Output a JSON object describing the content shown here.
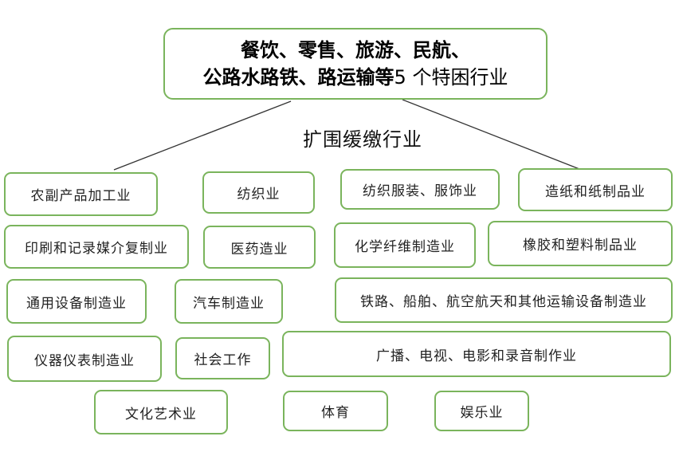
{
  "root": {
    "line1": "餐饮、零售、旅游、民航、",
    "line2_bold": "公路水路铁、路运输等",
    "line2_rest": "5 个特困行业"
  },
  "branch_label": "扩围缓缴行业",
  "industries": [
    "农副产品加工业",
    "纺织业",
    "纺织服装、服饰业",
    "造纸和纸制品业",
    "印刷和记录媒介复制业",
    "医药造业",
    "化学纤维制造业",
    "橡胶和塑料制品业",
    "通用设备制造业",
    "汽车制造业",
    "铁路、船舶、航空航天和其他运输设备制造业",
    "仪器仪表制造业",
    "社会工作",
    "广播、电视、电影和录音制作业",
    "文化艺术业",
    "体育",
    "娱乐业"
  ],
  "colors": {
    "border": "#7ab45c",
    "line": "#333333"
  }
}
